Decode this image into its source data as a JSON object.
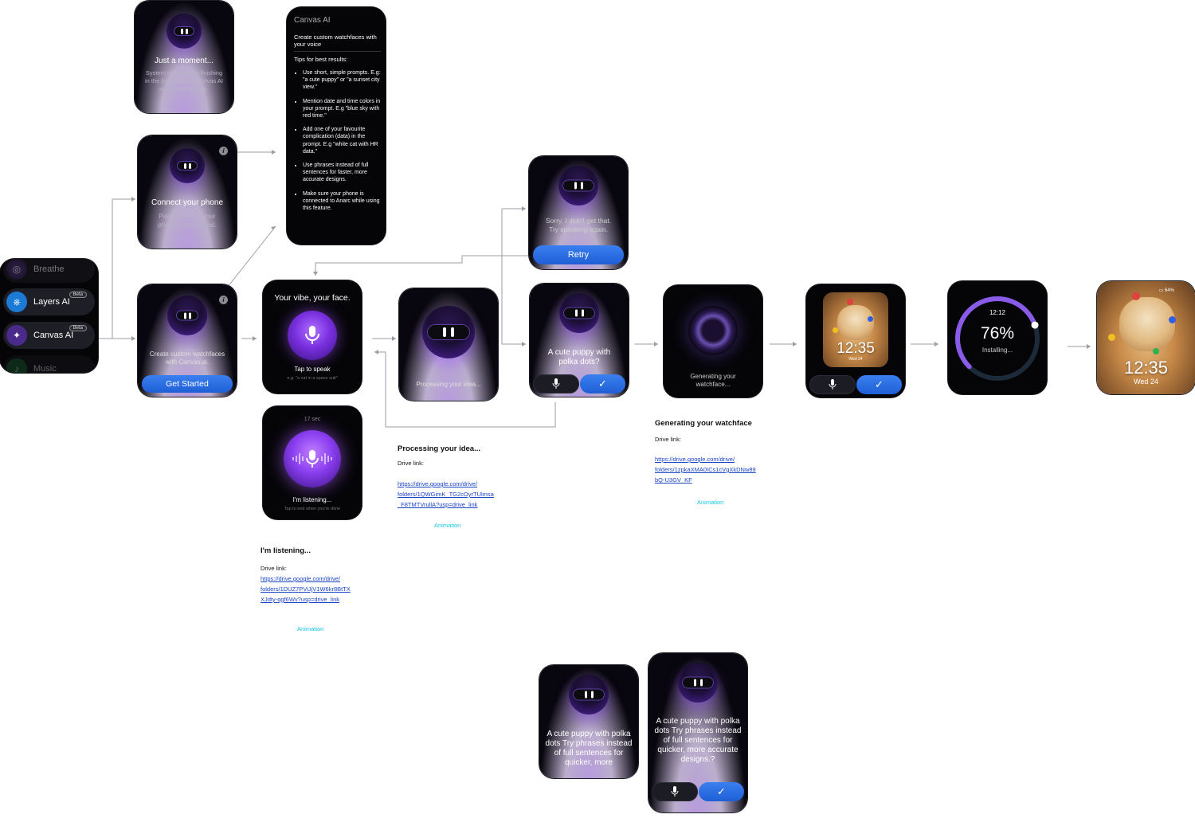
{
  "screens": {
    "just_moment": {
      "title": "Just a moment...",
      "body": "System updates are finishing in the background. Canvas AI will be ready soon."
    },
    "connect": {
      "title": "Connect your phone",
      "body": "Pair Anarc with your phone to get started."
    },
    "menu": {
      "items": [
        {
          "label": "Breathe",
          "beta": ""
        },
        {
          "label": "Layers AI",
          "beta": "Beta"
        },
        {
          "label": "Canvas AI",
          "beta": "Beta"
        },
        {
          "label": "Music",
          "beta": ""
        }
      ]
    },
    "create": {
      "body": "Create custom watchfaces with Canvas.ai.",
      "button": "Get Started"
    },
    "tips": {
      "title": "Canvas AI",
      "subtitle": "Create custom watchfaces with your voice",
      "heading": "Tips for best results:",
      "items": [
        "Use short, simple prompts. E.g: \"a cute puppy\" or \"a sunset city view.\"",
        "Mention date and time colors in your prompt. E.g \"blue sky with red time.\"",
        "Add one of your favourite complication (data) in the prompt. E.g \"white cat with HR data.\"",
        "Use phrases instead of full sentences for faster, more accurate designs.",
        "Make sure your phone is connected to Anarc while using this feature."
      ]
    },
    "vibe": {
      "title": "Your vibe, your face.",
      "hint": "Tap to speak",
      "example": "e.g. \"a cat in a space suit\""
    },
    "listening": {
      "timer": "17 sec",
      "title": "I'm listening...",
      "hint": "Tap to end when you're done"
    },
    "processing": {
      "title": "Processing your idea..."
    },
    "sorry": {
      "title": "Sorry, I didn't get that. Try speaking again.",
      "button": "Retry"
    },
    "confirm": {
      "prompt": "A cute puppy with polka dots?"
    },
    "generating": {
      "title": "Generating your watchface..."
    },
    "preview": {
      "time": "12:35",
      "date": "Wed 24"
    },
    "installing": {
      "clock": "12:12",
      "percent": "76%",
      "label": "Installing...",
      "progress": 0.76
    },
    "final": {
      "battery": "64%",
      "time": "12:35",
      "date": "Wed 24"
    },
    "long1": {
      "text": "A cute puppy with polka dots Try phrases instead of full sentences for quicker, more"
    },
    "long2": {
      "text": "A cute puppy with polka dots Try phrases instead of full sentences for quicker, more accurate designs.?"
    }
  },
  "notes": {
    "processing": {
      "title": "Processing your idea...",
      "label": "Drive link:",
      "link": [
        "https://drive.google.com/drive/",
        "folders/1QWGimK_TG2cOyrTUlmsa",
        "_F8TMTVrullA?usp=drive_link"
      ],
      "anim": "Animation"
    },
    "generating": {
      "title": "Generating your watchface",
      "label": "Drive link:",
      "link": [
        "https://drive.google.com/drive/",
        "folders/1zpkaXMA0ICs1cVgXkDNw89",
        "bQ-U3GV_KF"
      ],
      "anim": "Animation"
    },
    "listening": {
      "title": "I'm listening...",
      "label": "Drive link:",
      "link": [
        "https://drive.google.com/drive/",
        "folders/1DUZ7PViJjV1W6kr8BtTX",
        "XJdty-qgf6Wv?usp=drive_link"
      ],
      "anim": "Animation"
    }
  },
  "colors": {
    "accent": "#2b6fe8",
    "purple": "#7a3cf0",
    "link": "#1a44c8",
    "anim": "#17c4e6"
  }
}
